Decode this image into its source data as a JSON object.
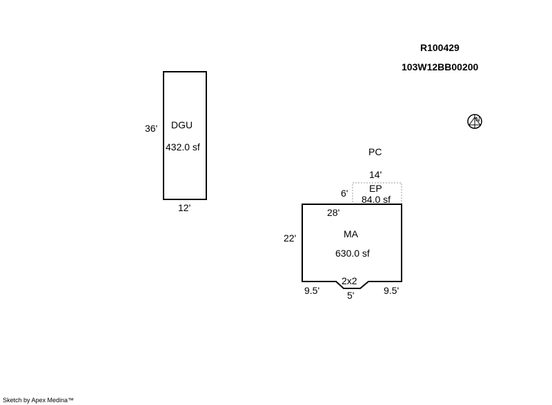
{
  "header": {
    "parcel_id": "R100429",
    "map_number": "103W12BB00200"
  },
  "dgu": {
    "name": "DGU",
    "area": "432.0 sf",
    "dim_height": "36'",
    "dim_width": "12'"
  },
  "pc": {
    "name": "PC"
  },
  "ep": {
    "name": "EP",
    "area": "84.0 sf",
    "dim_width": "14'",
    "dim_height": "6'"
  },
  "ma": {
    "name": "MA",
    "area": "630.0 sf",
    "dim_top": "28'",
    "dim_left": "22'",
    "dim_bottom_left": "9.5'",
    "dim_bottom_right": "9.5'",
    "dim_bottom_mid": "5'",
    "bump_label": "2x2"
  },
  "north_arrow": {
    "icon": "north-arrow-icon",
    "letter": "N"
  },
  "footer": {
    "credit": "Sketch by Apex Medina™"
  }
}
